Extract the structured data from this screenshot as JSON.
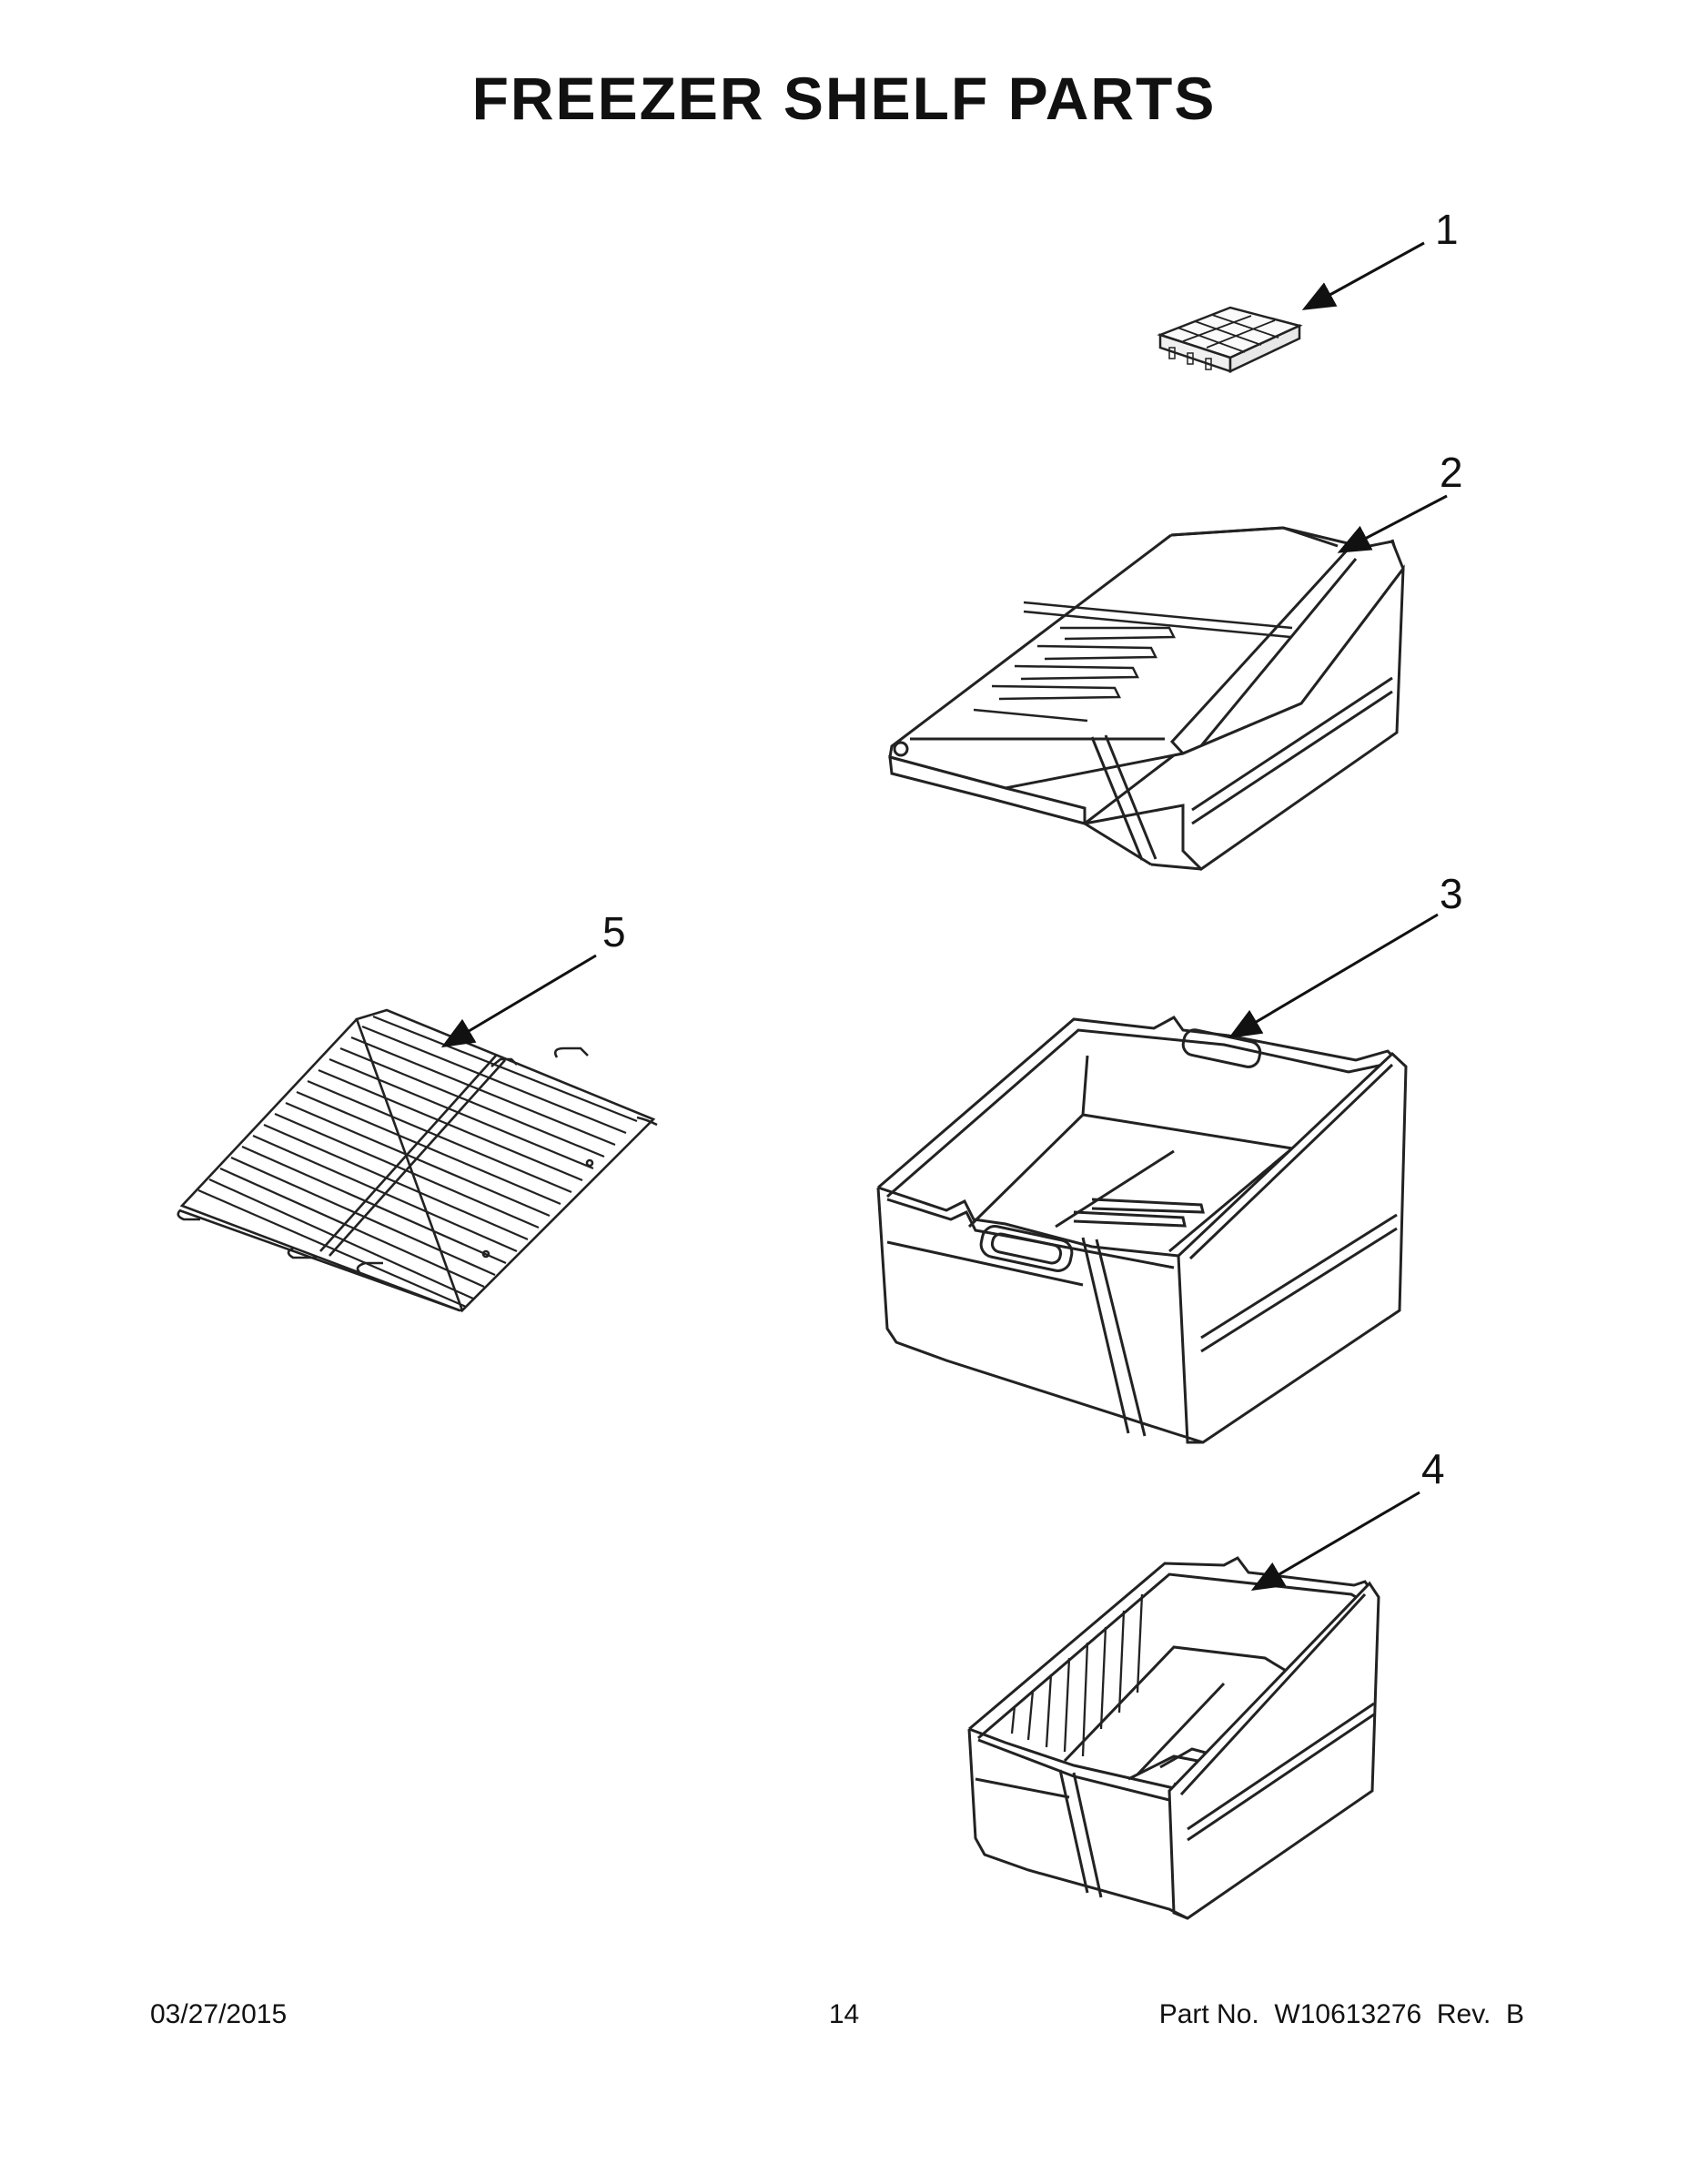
{
  "title": "FREEZER SHELF PARTS",
  "callouts": [
    {
      "number": "1",
      "icon": "ice-cube-tray-icon"
    },
    {
      "number": "2",
      "icon": "upper-freezer-drawer-icon"
    },
    {
      "number": "3",
      "icon": "middle-freezer-bin-icon"
    },
    {
      "number": "4",
      "icon": "lower-freezer-bin-icon"
    },
    {
      "number": "5",
      "icon": "wire-shelf-icon"
    }
  ],
  "footer": {
    "date": "03/27/2015",
    "page": "14",
    "part_number": "Part No.  W10613276  Rev.  B"
  }
}
